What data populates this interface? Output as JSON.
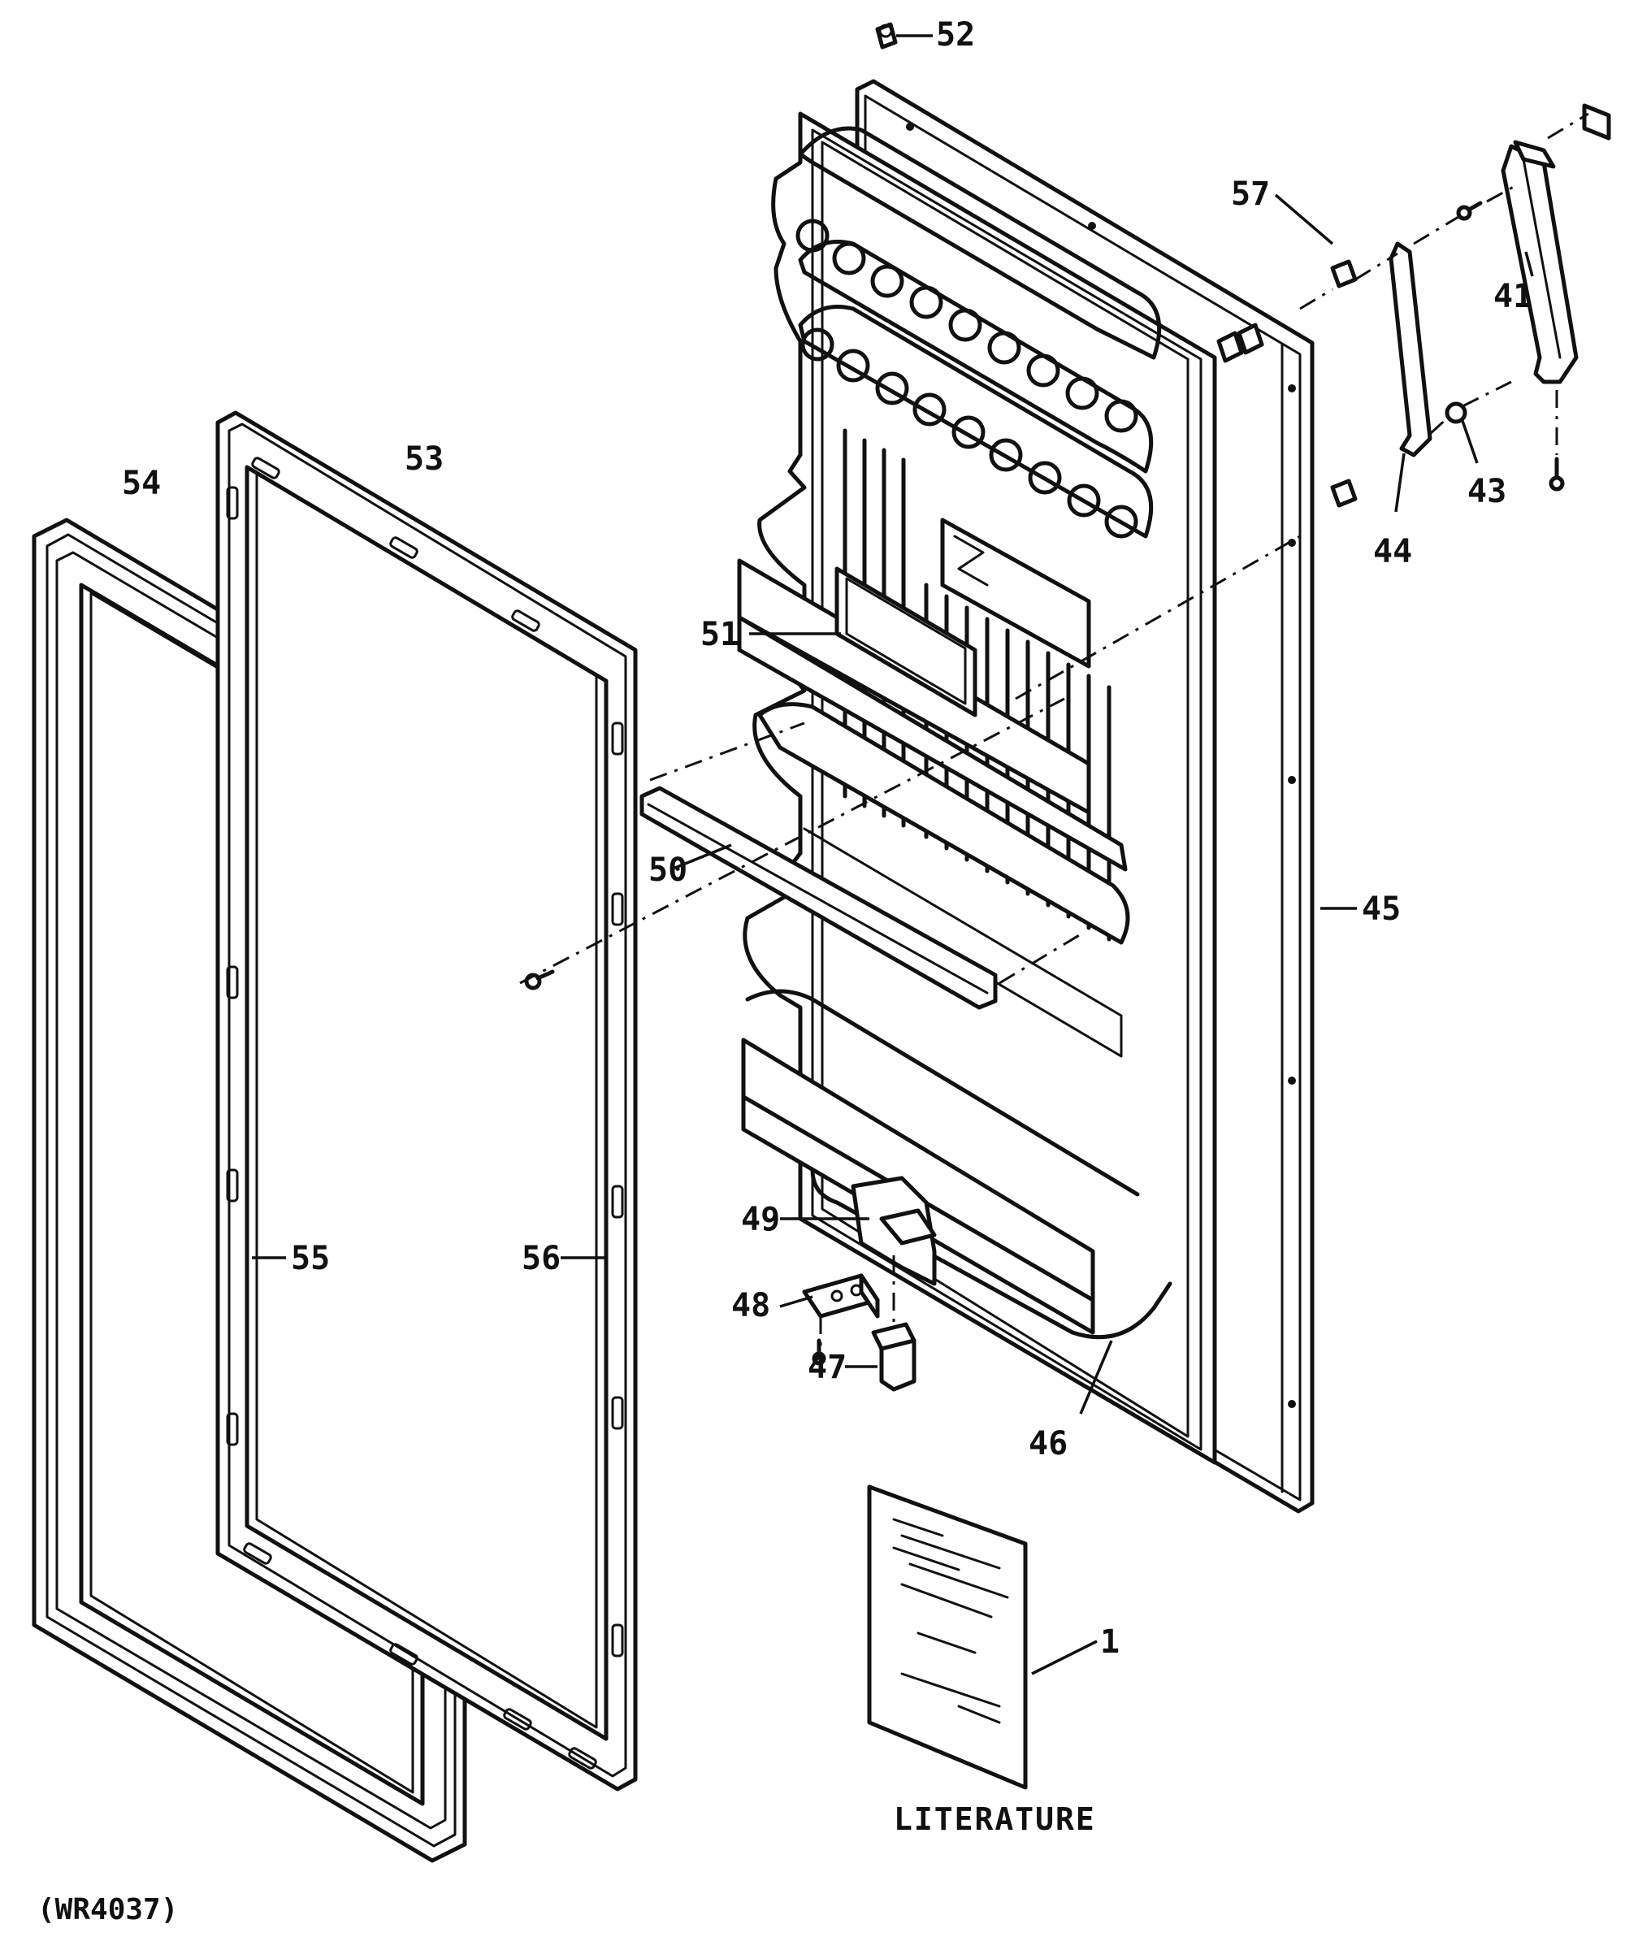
{
  "diagram": {
    "reference_code": "(WR4037)",
    "literature_label": "LITERATURE",
    "parts": [
      {
        "id": "52",
        "label": "52"
      },
      {
        "id": "57",
        "label": "57"
      },
      {
        "id": "41",
        "label": "41"
      },
      {
        "id": "43",
        "label": "43"
      },
      {
        "id": "44",
        "label": "44"
      },
      {
        "id": "53",
        "label": "53"
      },
      {
        "id": "54",
        "label": "54"
      },
      {
        "id": "51",
        "label": "51"
      },
      {
        "id": "50",
        "label": "50"
      },
      {
        "id": "45",
        "label": "45"
      },
      {
        "id": "49",
        "label": "49"
      },
      {
        "id": "55",
        "label": "55"
      },
      {
        "id": "56",
        "label": "56"
      },
      {
        "id": "48",
        "label": "48"
      },
      {
        "id": "47",
        "label": "47"
      },
      {
        "id": "46",
        "label": "46"
      },
      {
        "id": "1",
        "label": "1"
      }
    ]
  }
}
